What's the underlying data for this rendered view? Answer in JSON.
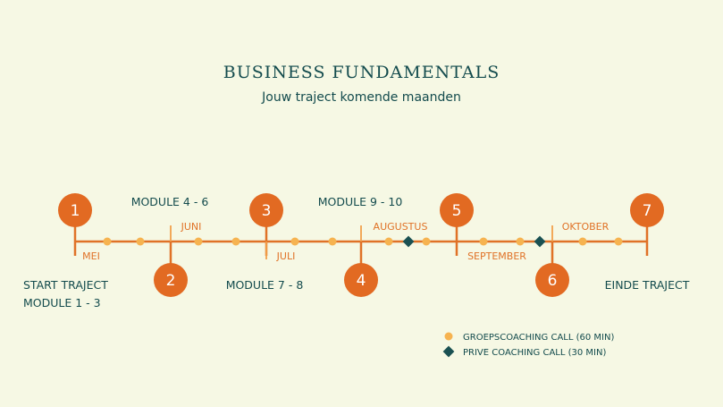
{
  "header": {
    "title": "BUSINESS FUNDAMENTALS",
    "subtitle": "Jouw traject komende maanden"
  },
  "colors": {
    "background": "#f6f8e4",
    "line": "#e07227",
    "milestone": "#e26a22",
    "group_dot": "#f6b350",
    "private_diamond": "#1a5152",
    "text": "#134b4d"
  },
  "milestones": [
    {
      "number": "1",
      "side": "top",
      "label_lines": [
        "START TRAJECT",
        "MODULE 1 - 3"
      ]
    },
    {
      "number": "2",
      "side": "bottom",
      "label_lines": [
        "MODULE 4 - 6"
      ]
    },
    {
      "number": "3",
      "side": "top",
      "label_lines": [
        "MODULE 7 - 8"
      ]
    },
    {
      "number": "4",
      "side": "bottom",
      "label_lines": [
        "MODULE 9 - 10"
      ]
    },
    {
      "number": "5",
      "side": "top",
      "label_lines": []
    },
    {
      "number": "6",
      "side": "bottom",
      "label_lines": []
    },
    {
      "number": "7",
      "side": "top",
      "label_lines": [
        "EINDE TRAJECT"
      ]
    }
  ],
  "months": [
    "MEI",
    "JUNI",
    "JULI",
    "AUGUSTUS",
    "SEPTEMBER",
    "OKTOBER"
  ],
  "events": [
    "group",
    "group",
    "group",
    "group",
    "group",
    "group",
    "group",
    "private",
    "group",
    "group",
    "group",
    "private",
    "group",
    "group"
  ],
  "legend": [
    {
      "type": "group",
      "label": "GROEPSCOACHING CALL (60 MIN)"
    },
    {
      "type": "private",
      "label": "PRIVE COACHING CALL (30 MIN)"
    }
  ]
}
